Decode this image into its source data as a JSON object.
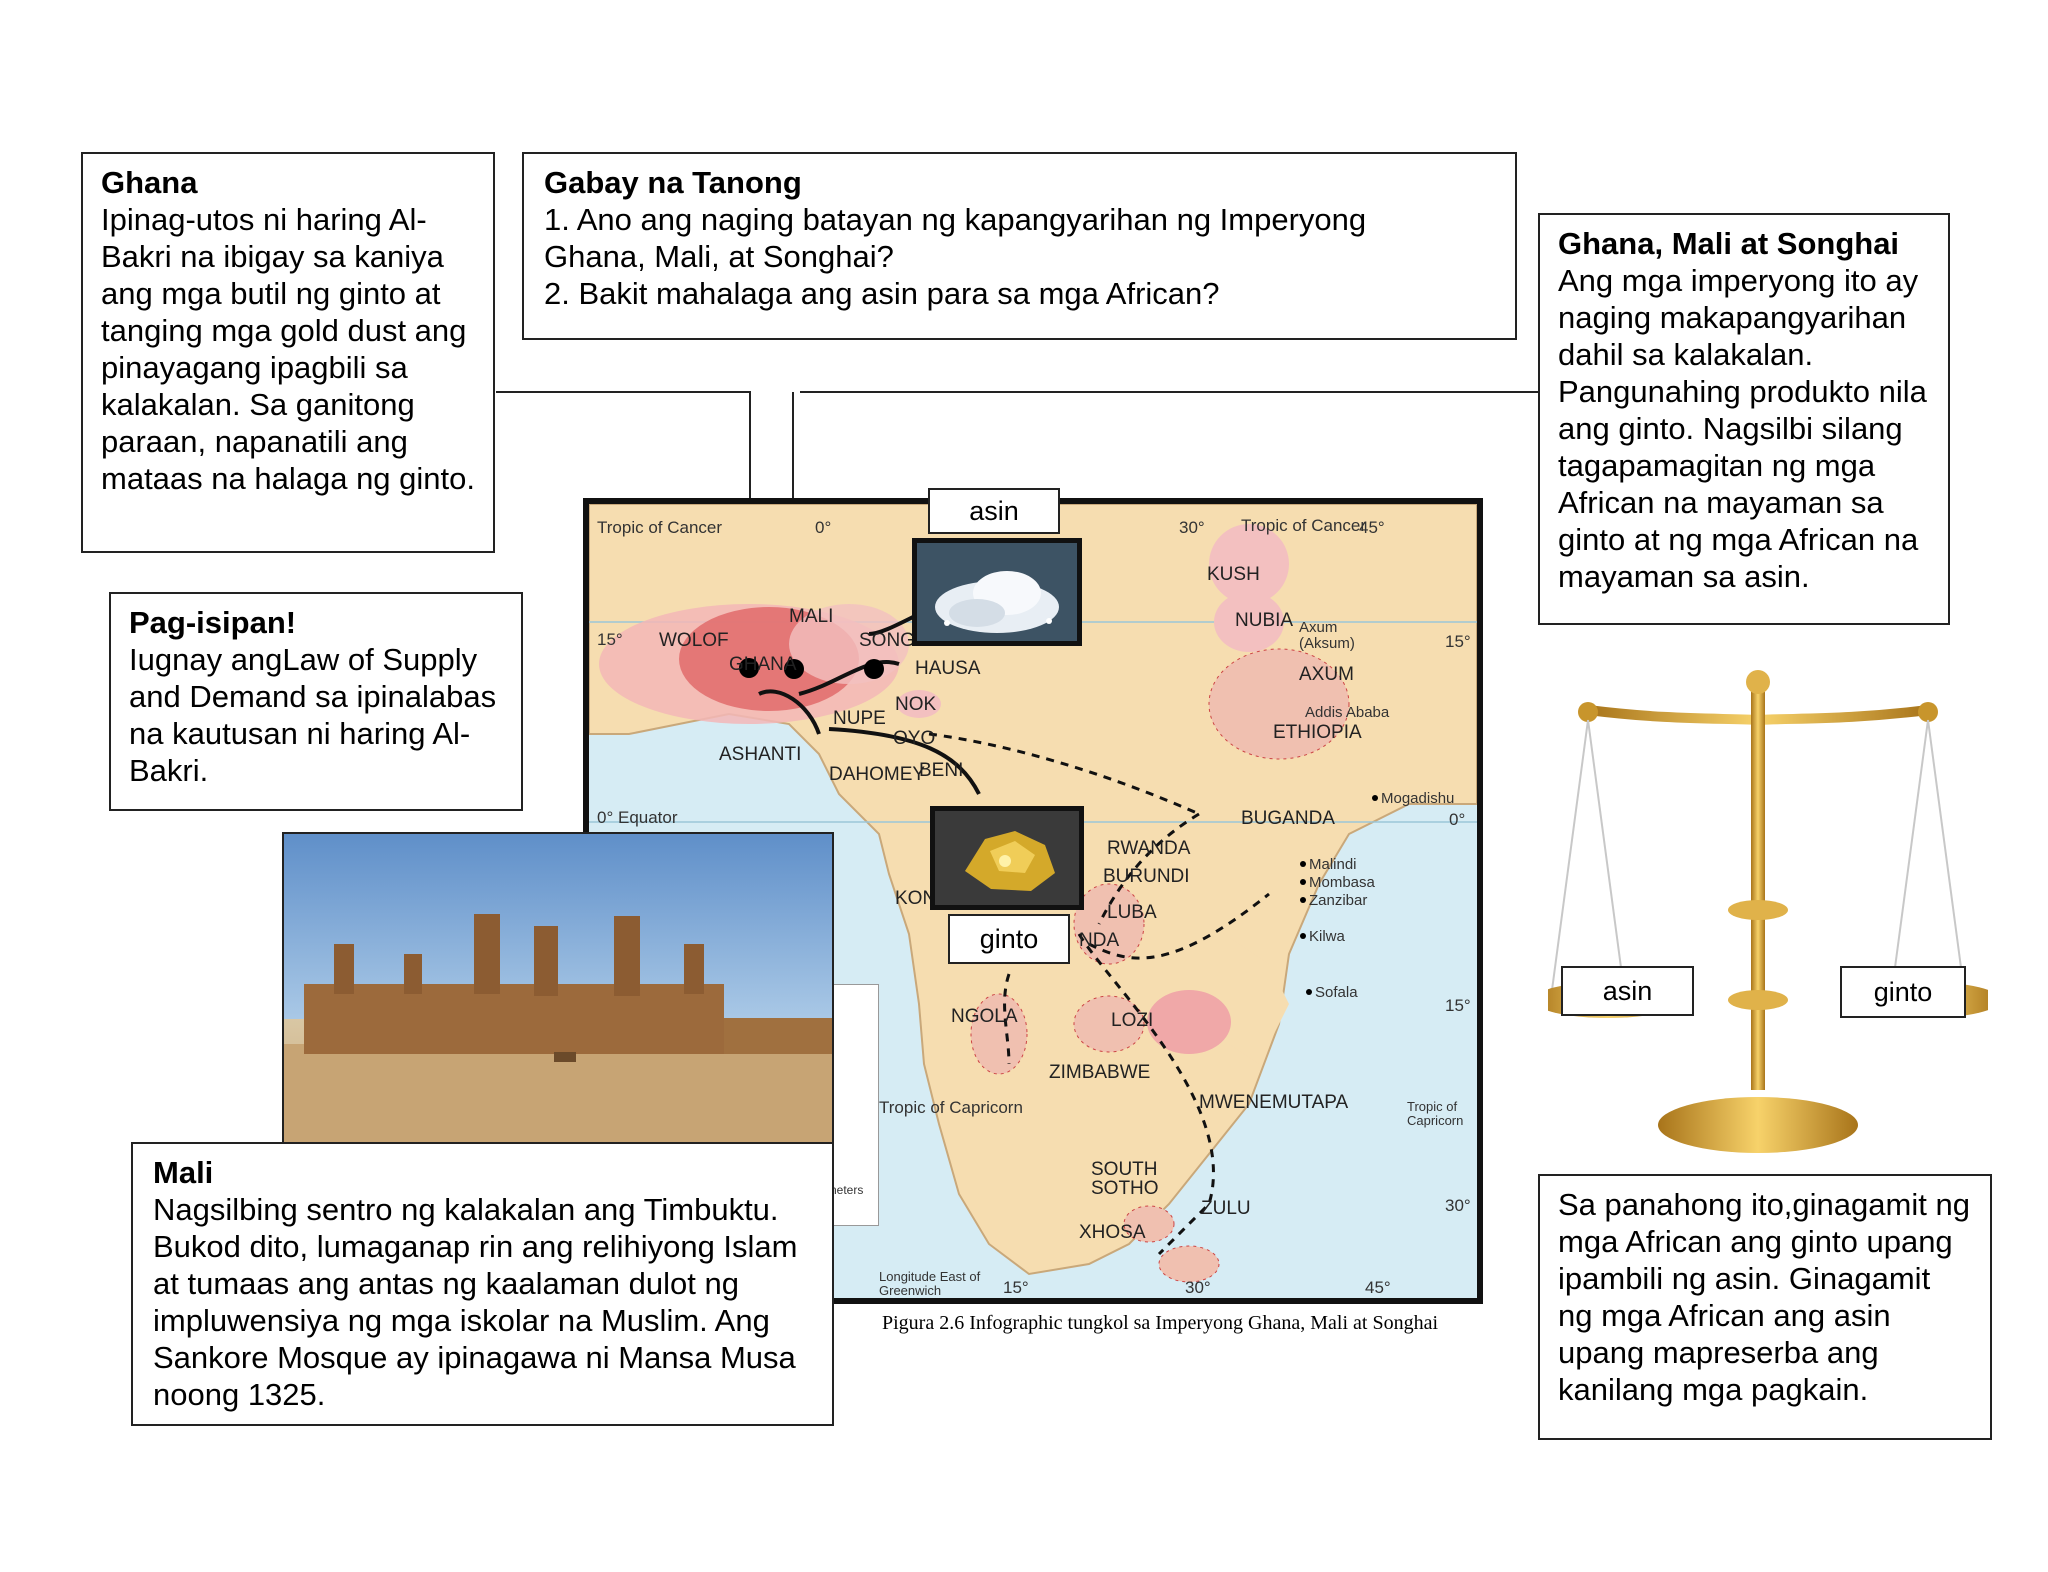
{
  "ghana_box": {
    "title": "Ghana",
    "body": "Ipinag-utos ni haring Al-Bakri na ibigay sa kaniya ang mga butil ng ginto at tanging mga gold dust ang pinayagang ipagbili sa kalakalan. Sa ganitong paraan, napanatili ang mataas na halaga ng ginto."
  },
  "guide_box": {
    "title": "Gabay na Tanong",
    "q1": "1. Ano ang naging batayan ng kapangyarihan ng Imperyong Ghana, Mali, at Songhai?",
    "q2": "2. Bakit mahalaga ang asin para sa mga African?"
  },
  "gms_box": {
    "title": "Ghana, Mali at Songhai",
    "body": "Ang mga imperyong ito ay naging makapangyarihan dahil sa kalakalan. Pangunahing produkto nila ang ginto.  Nagsilbi silang tagapamagitan ng mga African na mayaman sa ginto at ng mga African na mayaman sa asin."
  },
  "think_box": {
    "title": "Pag-isipan!",
    "body": "Iugnay angLaw of Supply and Demand sa ipinalabas na kautusan ni haring Al-Bakri."
  },
  "mali_box": {
    "title": "Mali",
    "body": "Nagsilbing sentro ng kalakalan ang Timbuktu. Bukod dito, lumaganap rin ang relihiyong Islam at tumaas ang antas ng kaalaman dulot ng impluwensiya ng mga iskolar na Muslim. Ang Sankore Mosque ay ipinagawa ni Mansa Musa noong 1325."
  },
  "bottom_right_box": {
    "body": "Sa panahong ito,ginagamit ng mga African ang ginto upang ipambili ng asin. Ginagamit ng mga African ang asin upang mapreserba ang kanilang mga pagkain."
  },
  "labels": {
    "map_salt": "asin",
    "map_gold": "ginto",
    "scale_left": "asin",
    "scale_right": "ginto"
  },
  "caption": "Pigura 2.6 Infographic tungkol sa Imperyong Ghana, Mali at Songhai",
  "map": {
    "lat_lines": {
      "tropic_cancer_left": "Tropic of Cancer",
      "tropic_cancer_right": "Tropic of Cancer",
      "equator": "0° Equator",
      "tropic_capricorn_left": "Tropic of Capricorn",
      "tropic_capricorn_right": "Tropic of Capricorn",
      "lat15n_left": "15°",
      "lat15n_right": "15°",
      "lat0_right": "0°",
      "lat15s_right": "15°",
      "lat30s_right": "30°"
    },
    "lon_top": [
      "0°",
      "30°",
      "45°"
    ],
    "lon_bottom": [
      "15°",
      "30°",
      "45°"
    ],
    "longitude_note": "Longitude East of Greenwich",
    "legend_partial": "neters",
    "regions": [
      "WOLOF",
      "MALI",
      "GHANA",
      "SONGH",
      "HAUSA",
      "NOK",
      "NUPE",
      "OYO",
      "ASHANTI",
      "DAHOMEY",
      "BENI",
      "KUSH",
      "NUBIA",
      "AXUM",
      "ETHIOPIA",
      "BUGANDA",
      "RWANDA",
      "BURUNDI",
      "LUBA",
      "KON",
      "NDA",
      "NGOLA",
      "LOZI",
      "ZIMBABWE",
      "MWENEMUTAPA",
      "SOUTH SOTHO",
      "ZULU",
      "XHOSA"
    ],
    "cities": [
      "Axum (Aksum)",
      "Addis Ababa",
      "Mogadishu",
      "Malindi",
      "Mombasa",
      "Zanzibar",
      "Kilwa",
      "Sofala"
    ]
  },
  "images": {
    "salt": "salt-photo",
    "gold": "gold-nugget-photo",
    "mosque": "djenne-mosque-photo",
    "scale": "balance-scale-icon"
  }
}
